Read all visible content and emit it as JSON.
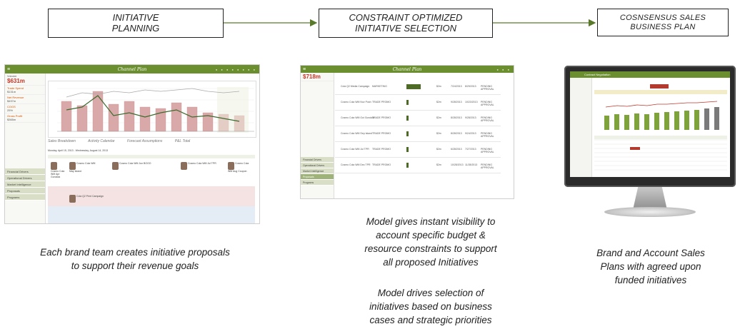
{
  "flow": {
    "step1": {
      "line1": "INITIATIVE",
      "line2": "PLANNING"
    },
    "step2": {
      "line1": "CONSTRAINT OPTIMIZED",
      "line2": "INITIATIVE SELECTION"
    },
    "step3": {
      "line1": "COSNSENSUS SALES",
      "line2": "BUSINESS PLAN"
    },
    "arrow_color": "#5a7a2b"
  },
  "captions": {
    "step1": [
      "Each brand team creates initiative proposals",
      "to support their revenue goals"
    ],
    "step2a": [
      "Model gives instant visibility to",
      "account specific budget &",
      "resource constraints to support",
      "all proposed Initiatives"
    ],
    "step2b": [
      "Model drives selection of",
      "initiatives based on business",
      "cases and strategic priorities"
    ],
    "step3": [
      "Brand and Account Sales",
      "Plans with agreed upon",
      "funded initiatives"
    ]
  },
  "screenshot1": {
    "app_title": "Channel Plan",
    "kpis": [
      {
        "label": "Volume",
        "value": "$631m"
      },
      {
        "label": "Trade Spend",
        "value": "$131m"
      },
      {
        "label": "Net Revenue",
        "value": "$497m"
      },
      {
        "label": "COGS",
        "value": "25%"
      },
      {
        "label": "Gross Profit",
        "value": "$365m"
      }
    ],
    "nav": [
      "Financial Drivers",
      "Operational Drivers",
      "Market Intelligence",
      "Proposals",
      "Programs"
    ],
    "tabs": [
      "Sales Breakdown",
      "Activity Calendar",
      "Forecast Assumptions",
      "P&L Total"
    ],
    "date_range": "Monday, April 15, 2013 - Wednesday, August 14, 2013",
    "cards": [
      "Cosmo Cola WM May Island",
      "Cosmo Cola WM Jun BOGO",
      "Cosmo Cola WM Jul TPR",
      "Cosmo Cola WM Aug Coupon",
      "Cosmo Cola WM Apr Gondola",
      "Cola Q2 Print Campaign"
    ]
  },
  "screenshot2": {
    "app_title": "Channel Plan",
    "kpi": "$718m",
    "rows": [
      {
        "name": "Cola Q2 Media Campaign",
        "type": "MARKETING",
        "amount": "$2m",
        "start": "7/24/2013",
        "end": "8/29/2013",
        "status": "PENDING APPROVAL"
      },
      {
        "name": "Cosmo Cola WM Nov Push",
        "type": "TRADE PROMO",
        "amount": "$2m",
        "start": "9/28/2013",
        "end": "10/23/2013",
        "status": "PENDING APPROVAL"
      },
      {
        "name": "Cosmo Cola WM Oct Gondola",
        "type": "TRADE PROMO",
        "amount": "$2m",
        "start": "8/28/2013",
        "end": "9/28/2013",
        "status": "PENDING APPROVAL"
      },
      {
        "name": "Cosmo Cola WM Sep Island",
        "type": "TRADE PROMO",
        "amount": "$2m",
        "start": "8/28/2013",
        "end": "9/24/2013",
        "status": "PENDING APPROVAL"
      },
      {
        "name": "Cosmo Cola WM Jul TPR",
        "type": "TRADE PROMO",
        "amount": "$2m",
        "start": "6/28/2013",
        "end": "7/27/2013",
        "status": "PENDING APPROVAL"
      },
      {
        "name": "Cosmo Cola WM Dec TPR",
        "type": "TRADE PROMO",
        "amount": "$2m",
        "start": "10/28/2013",
        "end": "11/28/2013",
        "status": "PENDING APPROVAL"
      }
    ]
  },
  "screenshot3": {
    "app_title": "Contract Negotiation"
  }
}
